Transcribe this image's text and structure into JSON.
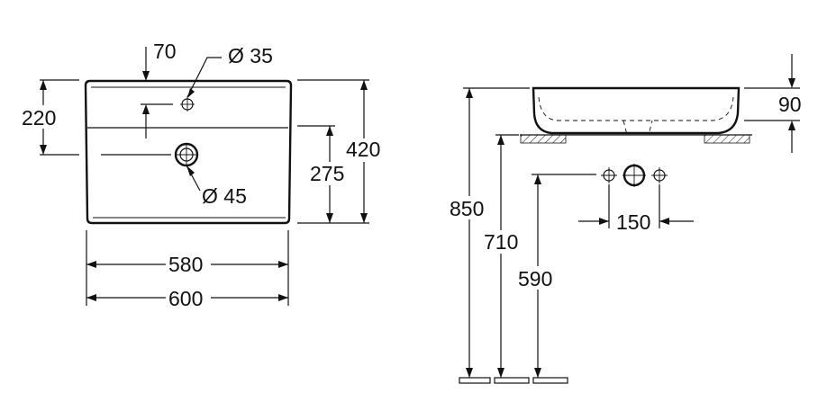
{
  "top_view": {
    "dim_tap_offset": "70",
    "dim_tap_hole": "Ø 35",
    "dim_tap_depth": "220",
    "dim_drain_hole": "Ø 45",
    "dim_bowl_depth": "275",
    "dim_overall_depth": "420",
    "dim_inner_width": "580",
    "dim_overall_width": "600"
  },
  "side_view": {
    "dim_basin_height": "90",
    "dim_rim_height": "850",
    "dim_counter_height": "710",
    "dim_tap_height": "590",
    "dim_tap_spacing": "150"
  },
  "colors": {
    "line": "#111111",
    "background": "#ffffff"
  }
}
